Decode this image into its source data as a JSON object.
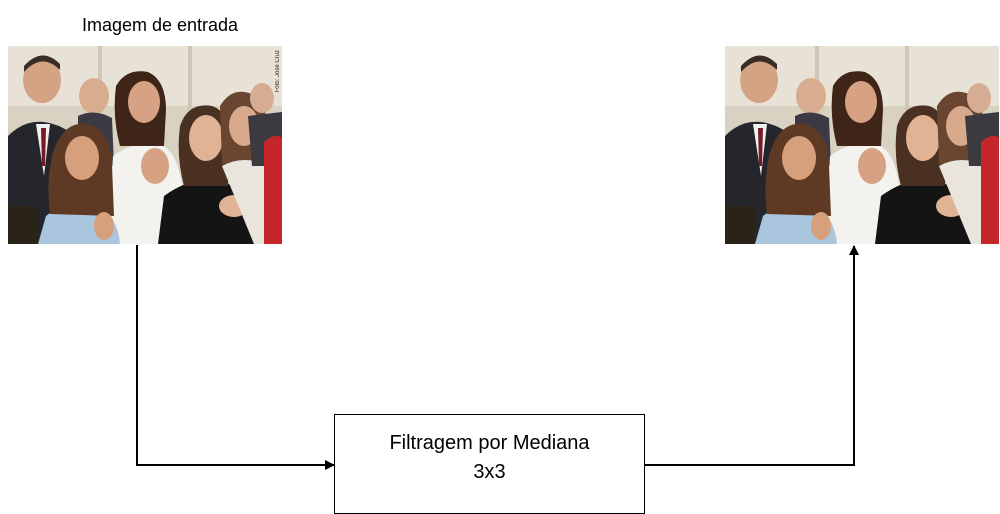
{
  "input_label": "Imagem de entrada",
  "photo_credit": "Foto: José Cruz",
  "filter": {
    "line1": "Filtragem por Mediana",
    "line2": "3x3"
  },
  "input_image_icon": "photo-of-crowd",
  "output_image_icon": "photo-of-crowd"
}
